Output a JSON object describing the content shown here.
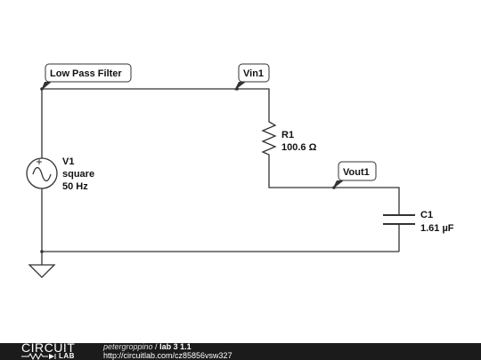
{
  "labels": {
    "node_low_pass": "Low Pass Filter",
    "node_vin": "Vin1",
    "node_vout": "Vout1"
  },
  "components": {
    "v1": {
      "name": "V1",
      "type": "square",
      "freq": "50 Hz"
    },
    "r1": {
      "name": "R1",
      "value": "100.6 Ω"
    },
    "c1": {
      "name": "C1",
      "value": "1.61 µF"
    }
  },
  "footer": {
    "logo_top": "CIRCUIT",
    "logo_bottom": "LAB",
    "user": "petergroppino",
    "separator": " / ",
    "title": "lab 3 1.1",
    "url": "http://circuitlab.com/cz85856vsw327"
  },
  "icons": [
    "sine-source-icon",
    "resistor-icon",
    "capacitor-icon",
    "ground-icon",
    "circuitlab-logo-icon"
  ]
}
